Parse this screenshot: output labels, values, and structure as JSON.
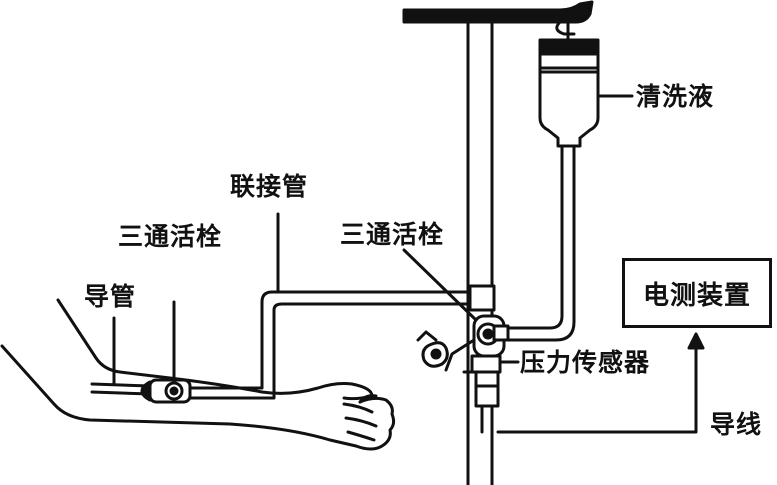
{
  "labels": {
    "flush_solution": "清洗液",
    "connecting_tube": "联接管",
    "stopcock_left": "三通活栓",
    "stopcock_right": "三通活栓",
    "catheter": "导管",
    "pressure_transducer": "压力传感器",
    "lead_wire": "导线",
    "measuring_device": "电测装置"
  },
  "colors": {
    "ink": "#111111",
    "paper": "#ffffff"
  }
}
